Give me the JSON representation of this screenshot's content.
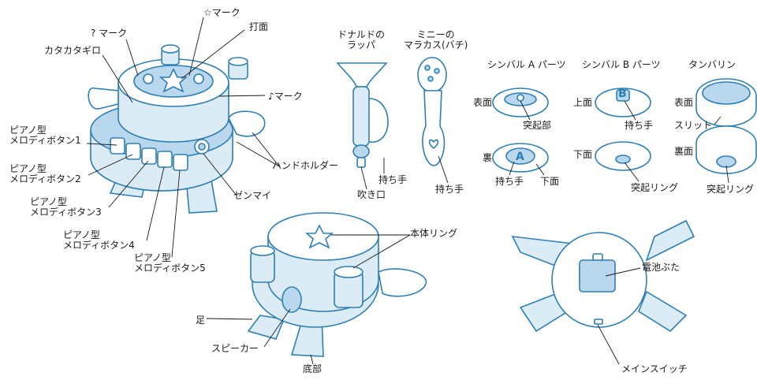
{
  "labels": {
    "star_mark": "☆マーク",
    "question_mark": "? マーク",
    "dahen": "打面",
    "katakata": "カタカタギロ",
    "note_mark": "♪マーク",
    "piano1": [
      "ピアノ型",
      "メロディボタン1"
    ],
    "piano2": [
      "ピアノ型",
      "メロディボタン2"
    ],
    "piano3": [
      "ピアノ型",
      "メロディボタン3"
    ],
    "piano4": [
      "ピアノ型",
      "メロディボタン4"
    ],
    "piano5": [
      "ピアノ型",
      "メロディボタン5"
    ],
    "hand_holder": "ハンドホルダー",
    "zenmai": "ゼンマイ",
    "donald_title": [
      "ドナルドの",
      "ラッパ"
    ],
    "minnie_title": [
      "ミニーの",
      "マラカス(バチ)"
    ],
    "trumpet_handle": "持ち手",
    "mouthpiece": "吹き口",
    "maracas_handle": "持ち手",
    "cymbal_a": "シンバル A パーツ",
    "cymbal_b": "シンバル B パーツ",
    "tambourine": "タンバリン",
    "a_front": "表面",
    "a_protrusion": "突起部",
    "a_back": "裏",
    "a_handle": "持ち手",
    "a_bottom": "下面",
    "b_top": "上面",
    "b_handle": "持ち手",
    "b_bottom": "下面",
    "b_ring": "突起リング",
    "t_front": "表面",
    "t_slit": "スリット",
    "t_back": "裏面",
    "t_ring": "突起リング",
    "body_ring": "本体リング",
    "foot": "足",
    "speaker": "スピーカー",
    "base": "底部",
    "battery_cover": "電池ぶた",
    "main_switch": "メインスイッチ",
    "letter_a": "A",
    "letter_b": "B"
  },
  "colors": {
    "line": "#2d7fb8",
    "fill": "#dcecf7",
    "fill_dark": "#b9d8ee",
    "text": "#1a1a1a"
  }
}
